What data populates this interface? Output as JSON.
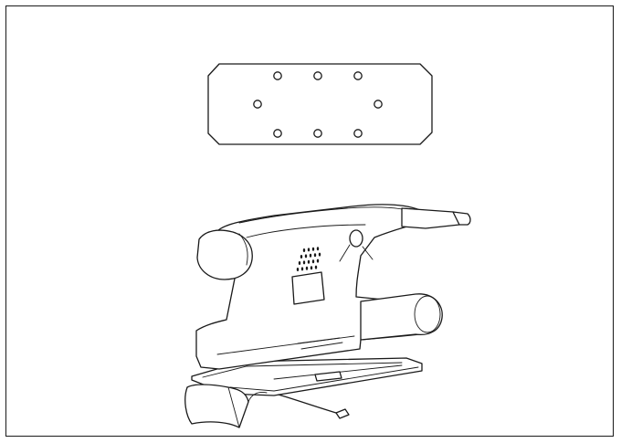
{
  "figure": {
    "type": "technical-line-illustration",
    "ink_color": "#1a1a1a",
    "background_color": "#ffffff",
    "parts": [
      {
        "name": "sanding-pad-sheet",
        "holes": 8
      },
      {
        "name": "orbital-sander"
      },
      {
        "name": "sandpaper-clamp-lever"
      },
      {
        "name": "power-cord"
      }
    ]
  }
}
